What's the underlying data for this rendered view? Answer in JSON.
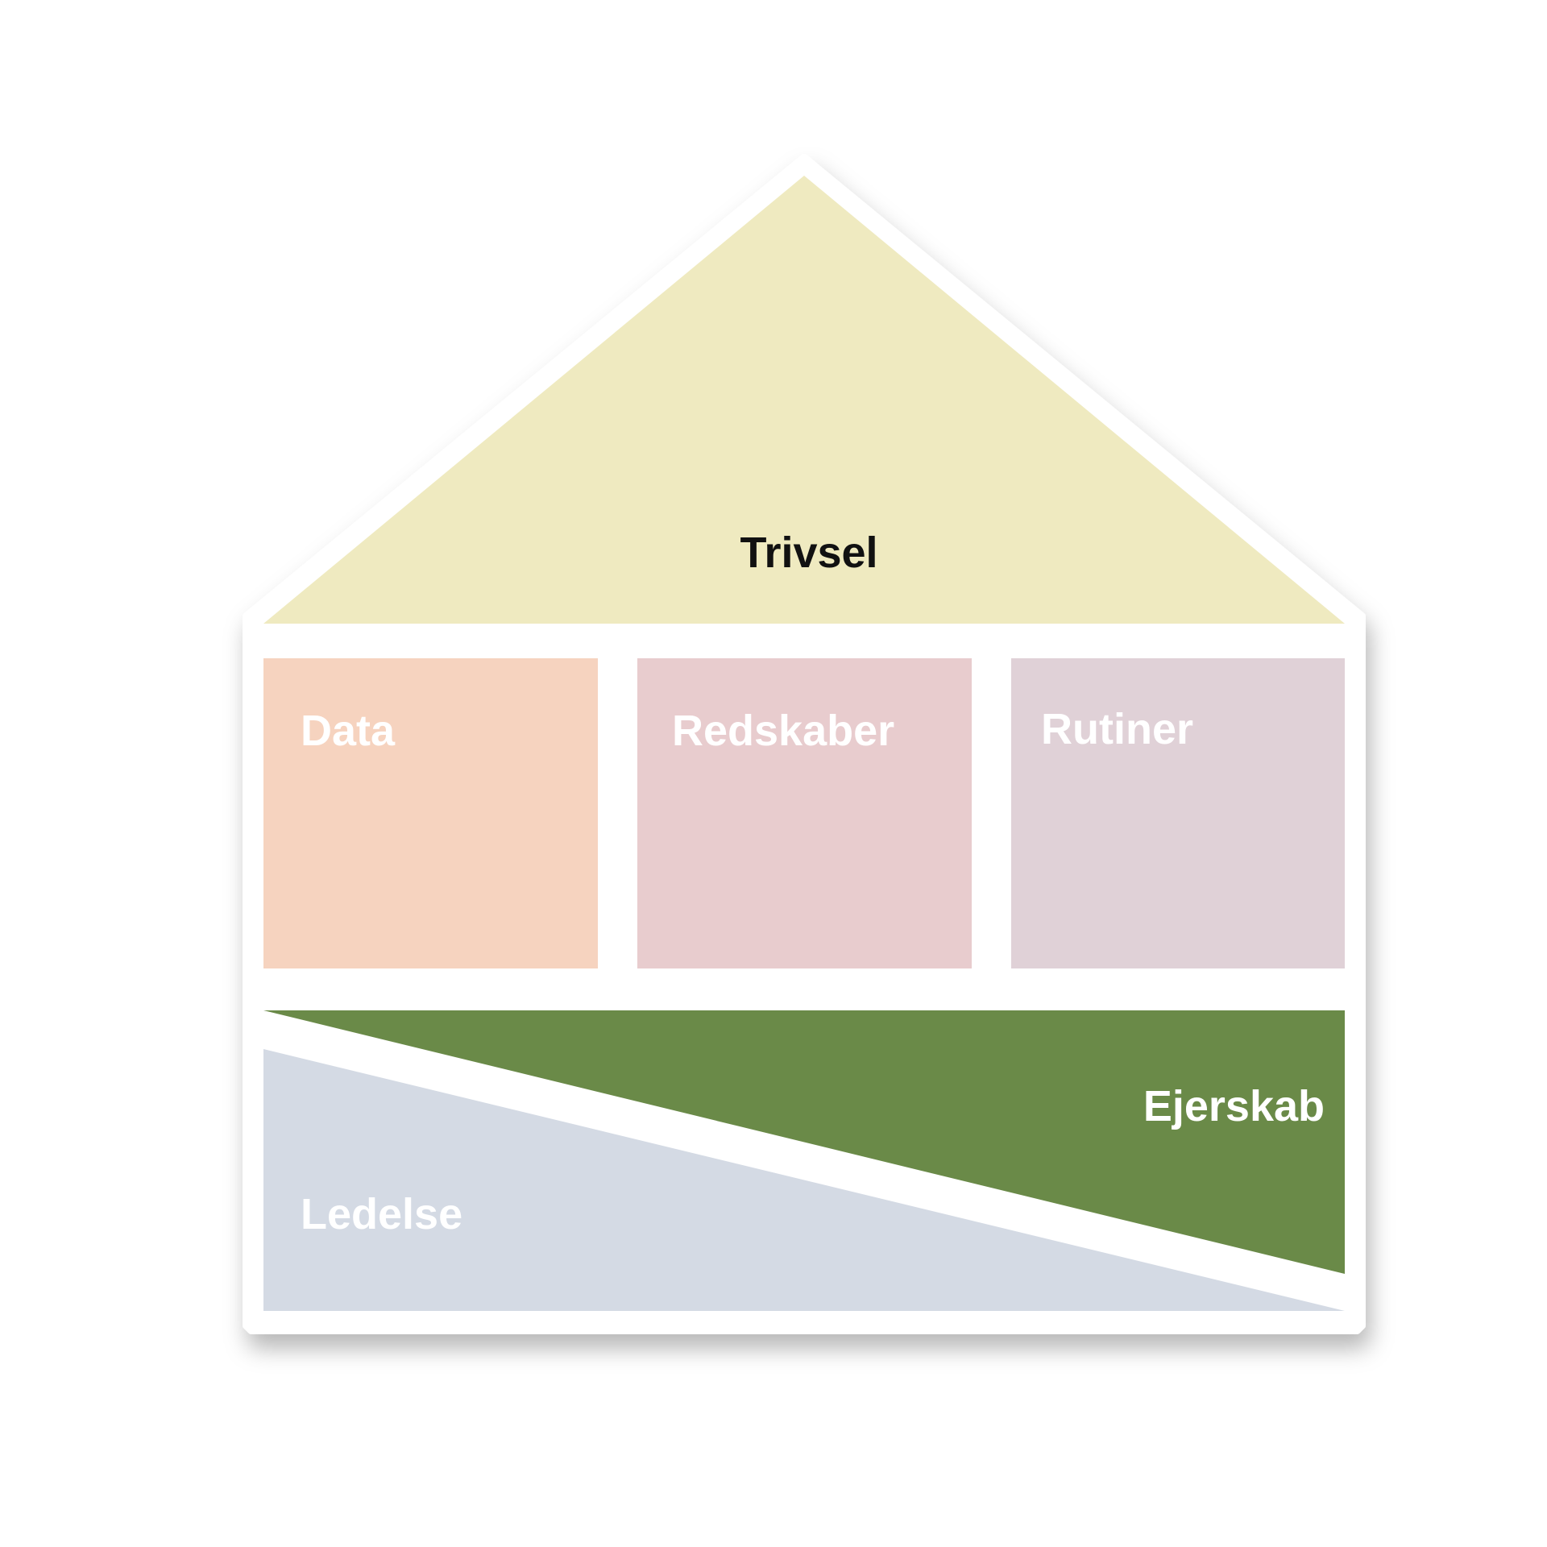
{
  "diagram": {
    "roof": {
      "label": "Trivsel",
      "color": "#efeac0",
      "text_color": "#111111"
    },
    "pillars": [
      {
        "label": "Data",
        "color": "#f6d3bf"
      },
      {
        "label": "Redskaber",
        "color": "#e8ccce"
      },
      {
        "label": "Rutiner",
        "color": "#e0d1d7"
      }
    ],
    "foundation": [
      {
        "label": "Ejerskab",
        "color": "#6a8a48"
      },
      {
        "label": "Ledelse",
        "color": "#d4dae4"
      }
    ],
    "label_color": "#ffffff"
  }
}
